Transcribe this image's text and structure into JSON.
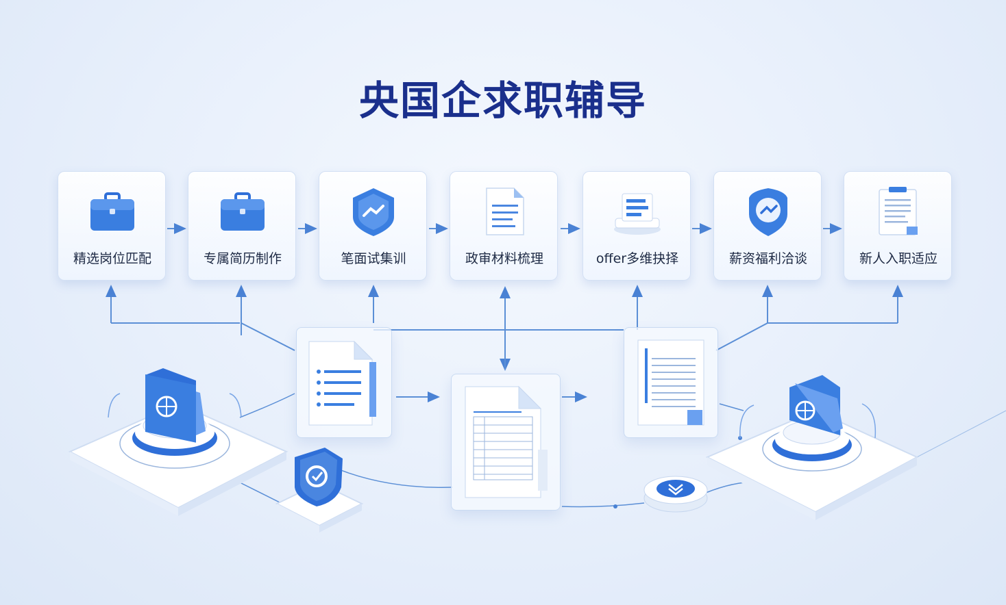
{
  "title": "央国企求职辅导",
  "steps": [
    {
      "label": "精选岗位匹配",
      "icon": "briefcase-icon"
    },
    {
      "label": "专属简历制作",
      "icon": "briefcase-icon"
    },
    {
      "label": "笔面试集训",
      "icon": "shield-badge-icon"
    },
    {
      "label": "政审材料梳理",
      "icon": "document-icon"
    },
    {
      "label": "offer多维抉择",
      "icon": "offer-stack-icon"
    },
    {
      "label": "薪资福利洽谈",
      "icon": "shield-handshake-icon"
    },
    {
      "label": "新人入职适应",
      "icon": "clipboard-icon"
    }
  ],
  "colors": {
    "title": "#1a2f8c",
    "accent": "#2f6fd8",
    "accent_light": "#6aa0f0",
    "connector": "#5b8fd6"
  }
}
